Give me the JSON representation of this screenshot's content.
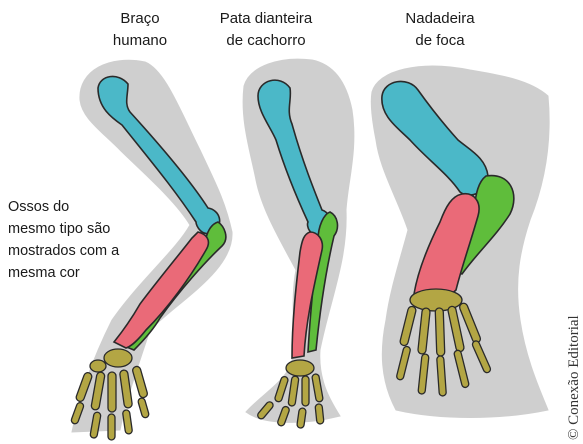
{
  "titles": {
    "human": "Braço\nhumano",
    "dog": "Pata dianteira\nde cachorro",
    "seal": "Nadadeira\nde foca"
  },
  "caption": "Ossos do\nmesmo tipo são\nmostrados com a\nmesma cor",
  "credit": "© Conexão Editorial",
  "colors": {
    "humerus": "#4bb8c8",
    "radius": "#ea6a78",
    "ulna": "#5fbd3b",
    "hand": "#b3a644",
    "silhouette": "#cfcfcf",
    "outline": "#2a2a2a"
  },
  "icons": {
    "human": "human-arm-skeleton",
    "dog": "dog-foreleg-skeleton",
    "seal": "seal-flipper-skeleton"
  }
}
